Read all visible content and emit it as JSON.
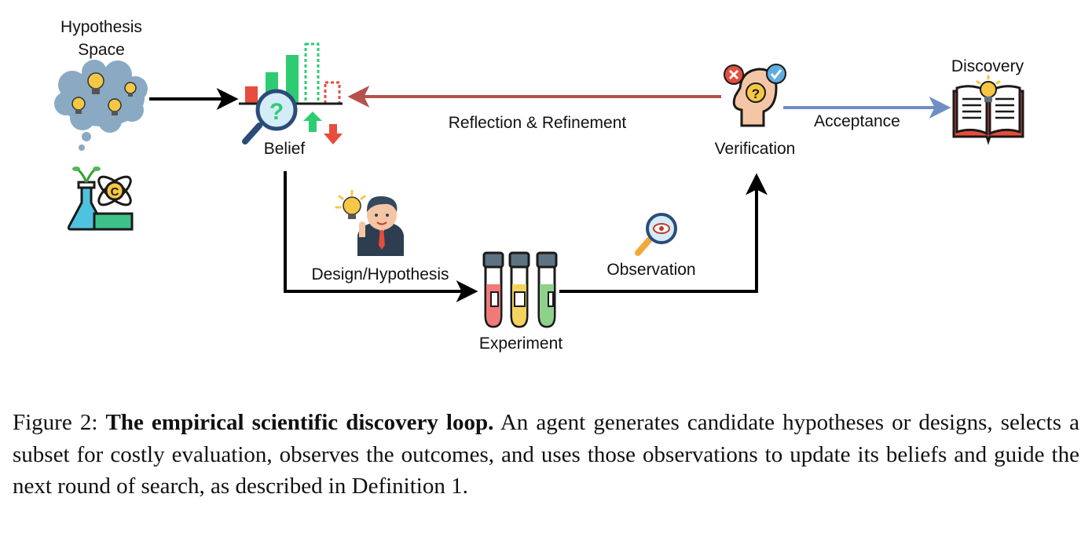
{
  "diagram": {
    "nodes": {
      "hypothesis_space": {
        "line1": "Hypothesis",
        "line2": "Space"
      },
      "belief": "Belief",
      "verification": "Verification",
      "discovery": "Discovery",
      "experiment": "Experiment"
    },
    "edges": {
      "reflection": "Reflection & Refinement",
      "acceptance": "Acceptance",
      "design": "Design/Hypothesis",
      "observation": "Observation"
    },
    "colors": {
      "arrow_main": "#000000",
      "arrow_reflection": "#b5524d",
      "arrow_acceptance": "#6f8fc4",
      "bar_green": "#2ecc71",
      "bar_red": "#e74c3c",
      "tube_red": "#f07a7a",
      "tube_yellow": "#f4d35e",
      "tube_green": "#8fd18a"
    }
  },
  "caption": {
    "prefix": "Figure 2: ",
    "bold": "The empirical scientific discovery loop.",
    "text": " An agent generates candidate hypotheses or designs, selects a subset for costly evaluation, observes the outcomes, and uses those observations to update its beliefs and guide the next round of search, as described in Definition 1."
  }
}
